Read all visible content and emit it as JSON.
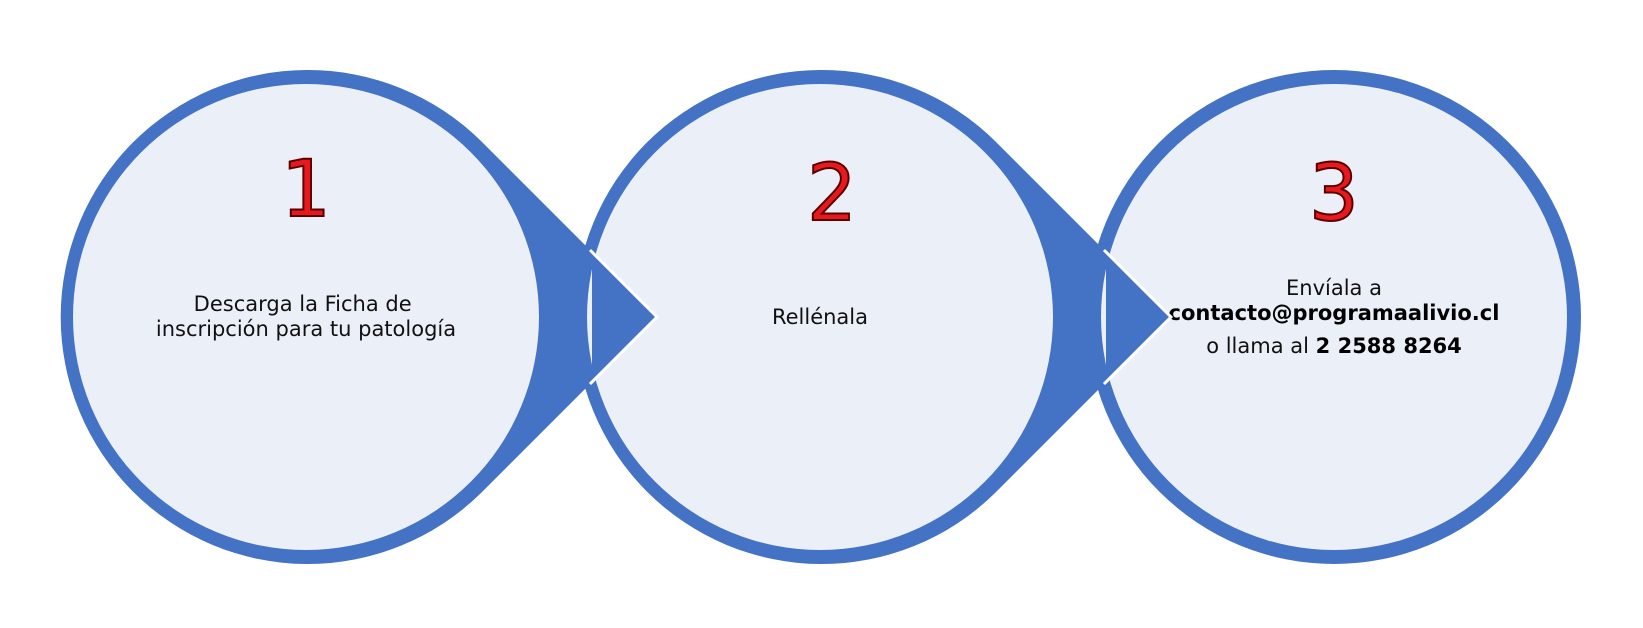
{
  "colors": {
    "ring": "#4472c4",
    "fill": "#eaeff8",
    "number": "#e8191e",
    "number_outline": "#5a0000",
    "text": "#111111"
  },
  "steps": [
    {
      "number": "1",
      "lines": [
        "Descarga la Ficha de",
        "inscripción para tu patología"
      ]
    },
    {
      "number": "2",
      "lines": [
        "Rellénala"
      ]
    },
    {
      "number": "3",
      "line1": "Envíala a",
      "email": "contacto@programaalivio.cl",
      "phone_prefix": "o llama al ",
      "phone": "2 2588 8264"
    }
  ]
}
